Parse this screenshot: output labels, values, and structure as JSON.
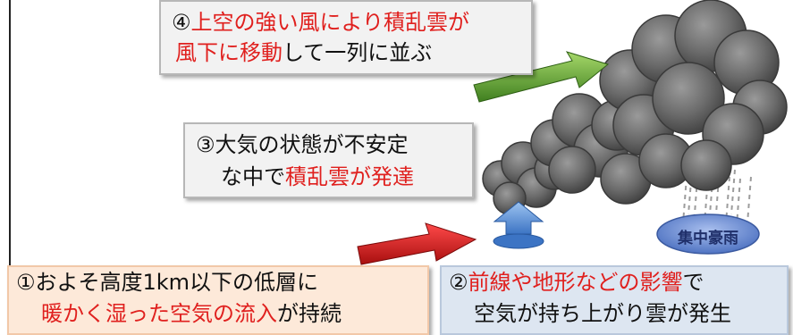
{
  "box4": {
    "line1_prefix": "④",
    "line1_red": "上空の強い風により積乱雲が",
    "line2_red": "風下に移動",
    "line2_suffix": "して一列に並ぶ"
  },
  "box3": {
    "line1": "③大気の状態が不安定",
    "line2_prefix": "な中で",
    "line2_red": "積乱雲が発達"
  },
  "box1": {
    "line1": "①およそ高度1km以下の低層に",
    "line2_red": "暖かく湿った空気の流入",
    "line2_suffix": "が持続"
  },
  "box2": {
    "line1_prefix": "②",
    "line1_red": "前線や地形などの影響",
    "line1_suffix": "で",
    "line2": "空気が持ち上がり雲が発生"
  },
  "rain_label": "集中豪雨",
  "colors": {
    "red_text": "#e0201e",
    "cloud": "#6b6b6b",
    "wind_arrow": "#5aa12e",
    "inflow_arrow": "#d81e1e",
    "updraft_arrow": "#5a8fd6",
    "rain_ellipse": "#6e8fd0",
    "box1_bg": "#fde9d9",
    "box2_bg": "#dde6f1"
  }
}
